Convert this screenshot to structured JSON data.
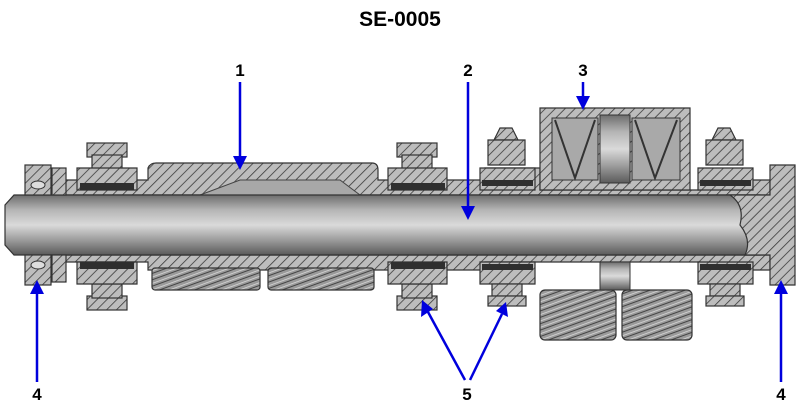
{
  "title": "SE-0005",
  "callouts": [
    {
      "id": "1",
      "label": "1"
    },
    {
      "id": "2",
      "label": "2"
    },
    {
      "id": "3",
      "label": "3"
    },
    {
      "id": "4-left",
      "label": "4"
    },
    {
      "id": "4-right",
      "label": "4"
    },
    {
      "id": "5",
      "label": "5"
    }
  ],
  "colors": {
    "arrow": "#0000dd",
    "hatch_fill": "#b8b8b8",
    "outline": "#333333"
  }
}
